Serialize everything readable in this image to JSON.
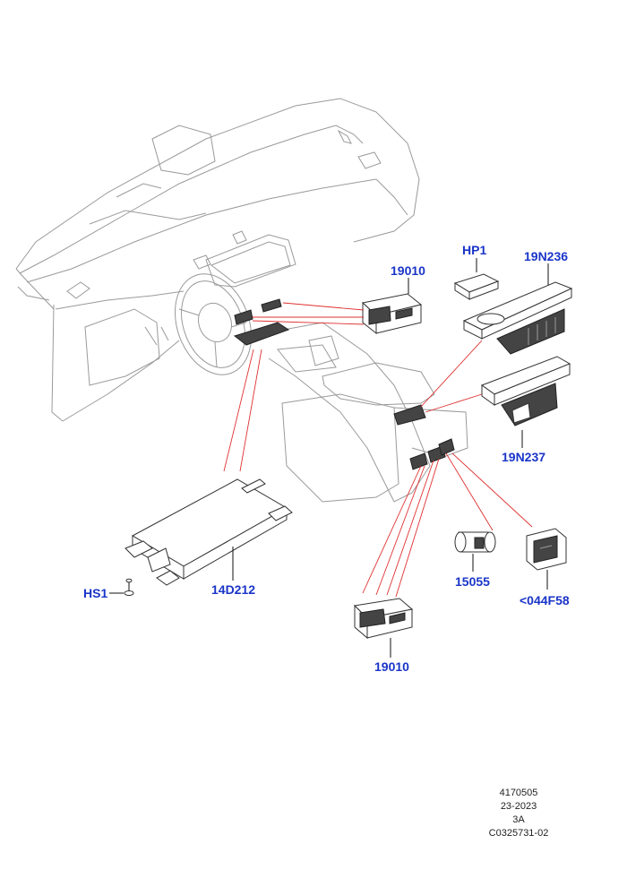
{
  "labels": {
    "hp1": "HP1",
    "n19n236": "19N236",
    "n19010_top": "19010",
    "n19n237": "19N237",
    "n15055": "15055",
    "n044f58": "<044F58",
    "hs1": "HS1",
    "n14d212": "14D212",
    "n19010_bottom": "19010"
  },
  "meta": {
    "illustration_number": "4170505",
    "date_code": "23-2023",
    "revision": "3A",
    "catalog_ref": "C0325731-02"
  },
  "colors": {
    "label_blue": "#1a35c8",
    "leader_red": "#e03030",
    "line_gray": "#9a9a9a"
  }
}
